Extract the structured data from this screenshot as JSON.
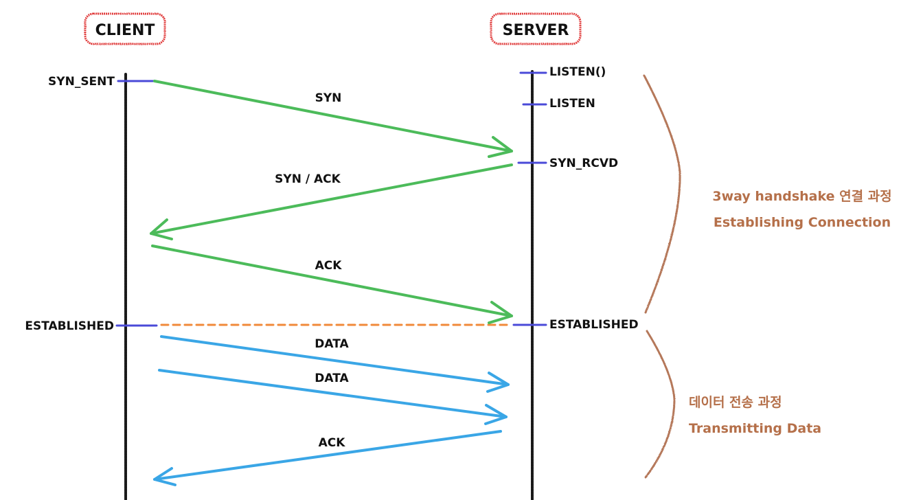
{
  "colors": {
    "lifeline": "#1a1a1a",
    "title_box": "#e03a3a",
    "state_tick": "#4a4ad8",
    "handshake": "#4cbb5a",
    "data": "#3aa6e6",
    "established_line": "#f08a3a",
    "phase_brace": "#b5785a",
    "phase_text": "#b5704a"
  },
  "participants": {
    "client": "CLIENT",
    "server": "SERVER"
  },
  "client_states": [
    {
      "id": "syn_sent",
      "label": "SYN_SENT"
    },
    {
      "id": "established",
      "label": "ESTABLISHED"
    }
  ],
  "server_states": [
    {
      "id": "listen_call",
      "label": "LISTEN()"
    },
    {
      "id": "listen",
      "label": "LISTEN"
    },
    {
      "id": "syn_rcvd",
      "label": "SYN_RCVD"
    },
    {
      "id": "established",
      "label": "ESTABLISHED"
    }
  ],
  "messages": [
    {
      "id": "syn",
      "label": "SYN",
      "direction": "client-to-server",
      "phase": "handshake"
    },
    {
      "id": "syn_ack",
      "label": "SYN / ACK",
      "direction": "server-to-client",
      "phase": "handshake"
    },
    {
      "id": "ack",
      "label": "ACK",
      "direction": "client-to-server",
      "phase": "handshake"
    },
    {
      "id": "data1",
      "label": "DATA",
      "direction": "client-to-server",
      "phase": "transfer"
    },
    {
      "id": "data2",
      "label": "DATA",
      "direction": "client-to-server",
      "phase": "transfer"
    },
    {
      "id": "ack2",
      "label": "ACK",
      "direction": "server-to-client",
      "phase": "transfer"
    }
  ],
  "phases": [
    {
      "id": "handshake",
      "line1": "3way handshake 연결 과정",
      "line2": "Establishing Connection"
    },
    {
      "id": "transfer",
      "line1": "데이터 전송 과정",
      "line2": "Transmitting Data"
    }
  ]
}
